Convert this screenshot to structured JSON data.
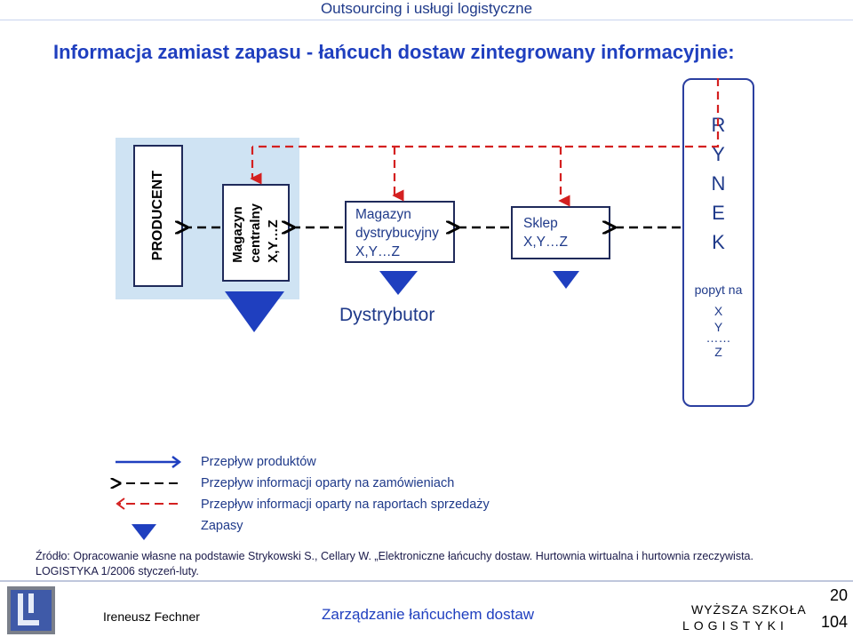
{
  "header": {
    "title": "Outsourcing i usługi logistyczne"
  },
  "slide": {
    "title": "Informacja zamiast zapasu - łańcuch dostaw zintegrowany informacyjnie:"
  },
  "diagram": {
    "producent": "PRODUCENT",
    "magazyn_centralny": {
      "line1": "Magazyn",
      "line2": "centralny",
      "line3": "X,Y…Z"
    },
    "magazyn_dystrybucyjny": {
      "line1": "Magazyn",
      "line2": "dystrybucyjny",
      "line3": "X,Y…Z"
    },
    "sklep": {
      "line1": "Sklep",
      "line2": "X,Y…Z"
    },
    "dystrybutor": "Dystrybutor",
    "rynek_letters": [
      "R",
      "Y",
      "N",
      "E",
      "K"
    ],
    "popyt": {
      "label": "popyt na",
      "x": "X",
      "y": "Y",
      "dots": "……",
      "z": "Z"
    }
  },
  "legend": {
    "products": "Przepływ produktów",
    "info_orders": "Przepływ informacji oparty na zamówieniach",
    "info_sales": "Przepływ informacji oparty na raportach sprzedaży",
    "stocks": "Zapasy"
  },
  "source": {
    "line1": "Źródło: Opracowanie własne na podstawie Strykowski S., Cellary W. „Elektroniczne łańcuchy dostaw. Hurtownia wirtualna i hurtownia rzeczywista.",
    "line2": "LOGISTYKA 1/2006 styczeń-luty."
  },
  "footer": {
    "author": "Ireneusz Fechner",
    "course": "Zarządzanie łańcuchem dostaw",
    "school_line1": "WYŻSZA SZKOŁA",
    "school_line2": "LOGISTYKI",
    "page_top": "20",
    "page_bottom": "104"
  },
  "colors": {
    "product_flow": "#1f3fbf",
    "order_info": "#000000",
    "sales_info": "#d42020",
    "stock": "#1f3fbf",
    "distributor_panel": "#cfe3f3"
  }
}
